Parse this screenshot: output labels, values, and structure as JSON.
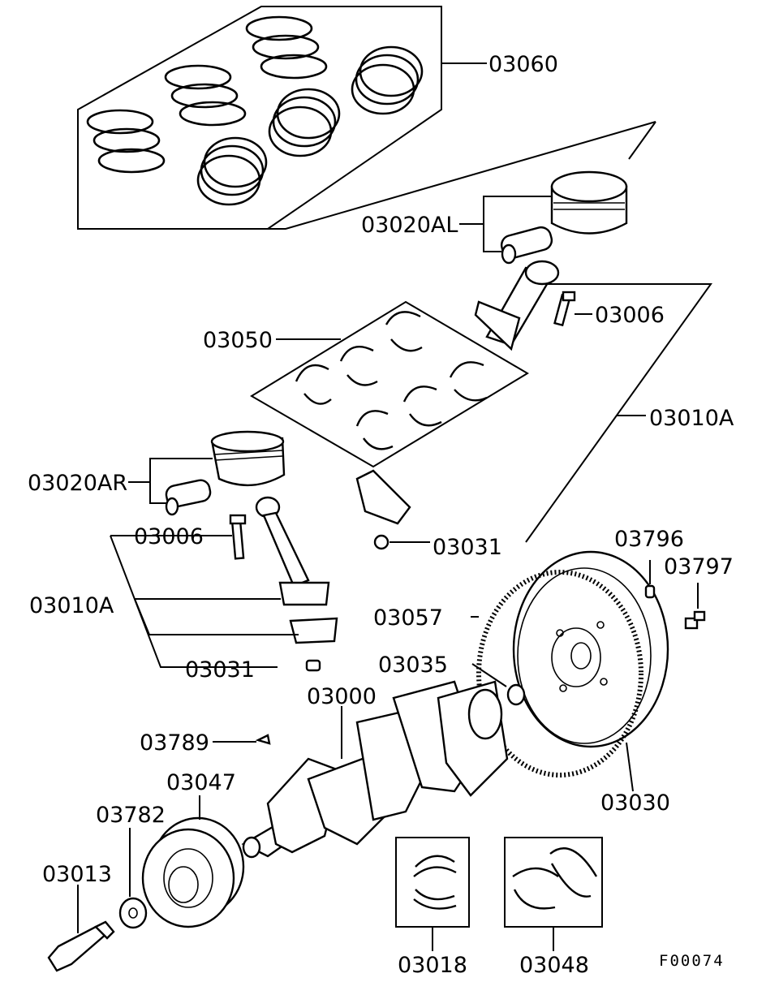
{
  "figure_code": "F00074",
  "callouts": {
    "piston_rings": "03060",
    "piston_left": "03020AL",
    "bolt_right": "03006",
    "bearing_set": "03050",
    "conrod_right_assy": "03010A",
    "piston_right": "03020AR",
    "bolt_left": "03006",
    "conrod_left_assy": "03010A",
    "nut_right": "03031",
    "nut_left": "03031",
    "dowel_pin": "03796",
    "flywheel_bolt": "03797",
    "ring_gear": "03057",
    "spacer": "03035",
    "crankshaft": "03000",
    "key": "03789",
    "damper_pulley": "03047",
    "washer": "03782",
    "pulley_bolt": "03013",
    "flywheel": "03030",
    "main_bearing": "03018",
    "thrust_bearing": "03048"
  }
}
